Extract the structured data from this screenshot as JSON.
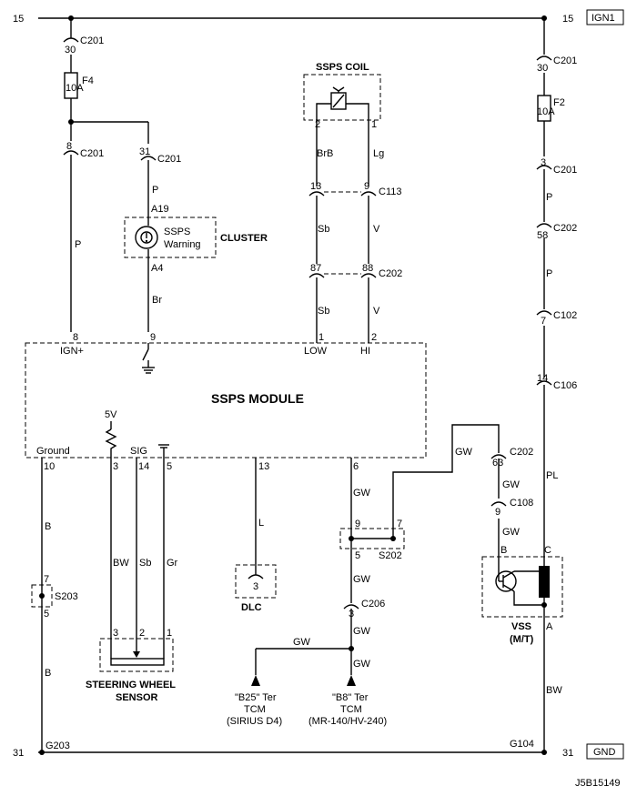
{
  "rails": {
    "top_left": "15",
    "top_right": "15",
    "top_tag": "IGN1",
    "bottom_left": "31",
    "bottom_right": "31",
    "bottom_tag": "GND"
  },
  "left_branch": {
    "c201_a_pin": "30",
    "c201_a_name": "C201",
    "fuse": "F4",
    "fuse_rating": "10A",
    "c201_b_pin": "8",
    "c201_b_name": "C201",
    "c201_c_pin": "31",
    "c201_c_name": "C201",
    "wire_p_left": "P",
    "wire_p_mid": "P",
    "a19": "A19",
    "a4": "A4",
    "wire_br": "Br"
  },
  "cluster": {
    "title": "CLUSTER",
    "lamp_line1": "SSPS",
    "lamp_line2": "Warning"
  },
  "coil": {
    "title": "SSPS COIL",
    "pin_left": "2",
    "pin_right": "1",
    "wire_brb": "BrB",
    "wire_lg": "Lg",
    "c113_left": "13",
    "c113_right": "9",
    "c113_name": "C113",
    "wire_sb": "Sb",
    "wire_v": "V",
    "c202_left": "87",
    "c202_right": "88",
    "c202_name": "C202",
    "wire_sb2": "Sb",
    "wire_v2": "V"
  },
  "module": {
    "title": "SSPS MODULE",
    "pin_ign": "8",
    "lbl_ign": "IGN+",
    "pin_9": "9",
    "pin_low": "1",
    "lbl_low": "LOW",
    "pin_hi": "2",
    "lbl_hi": "HI",
    "lbl_ground": "Ground",
    "lbl_5v": "5V",
    "lbl_sig": "SIG",
    "pin_10": "10",
    "pin_3": "3",
    "pin_14": "14",
    "pin_5": "5",
    "pin_13": "13",
    "pin_6": "6"
  },
  "sensor": {
    "title1": "STEERING WHEEL",
    "title2": "SENSOR",
    "wire_bw": "BW",
    "wire_sb": "Sb",
    "wire_gr": "Gr",
    "pin_3": "3",
    "pin_2": "2",
    "pin_1": "1"
  },
  "ground_left": {
    "wire_b": "B",
    "s203_top": "7",
    "s203_name": "S203",
    "s203_bottom": "5",
    "wire_b2": "B",
    "g203": "G203"
  },
  "dlc": {
    "wire_l": "L",
    "pin": "3",
    "title": "DLC"
  },
  "gw_branch": {
    "wire_gw1": "GW",
    "s202_left": "9",
    "s202_right": "7",
    "s202_bottom": "5",
    "s202_name": "S202",
    "wire_gw2": "GW",
    "c206_pin": "3",
    "c206_name": "C206",
    "wire_gw3": "GW",
    "wire_gw4": "GW",
    "wire_gw5": "GW",
    "b25_line1": "\"B25\" Ter",
    "b25_line2": "TCM",
    "b25_line3": "(SIRIUS D4)",
    "b8_line1": "\"B8\" Ter",
    "b8_line2": "TCM",
    "b8_line3": "(MR-140/HV-240)"
  },
  "right_branch": {
    "c201_a_pin": "30",
    "c201_a_name": "C201",
    "fuse": "F2",
    "fuse_rating": "10A",
    "c201_b_pin": "3",
    "c201_b_name": "C201",
    "wire_p1": "P",
    "c202_pin": "58",
    "c202_name": "C202",
    "wire_p2": "P",
    "c102_pin": "7",
    "c102_name": "C102",
    "c106_pin": "14",
    "c106_name": "C106",
    "wire_pl": "PL",
    "wire_gw_top": "GW",
    "c202b_pin": "63",
    "c202b_name": "C202",
    "wire_gw_mid": "GW",
    "c108_pin": "9",
    "c108_name": "C108",
    "wire_gw_low": "GW",
    "vss_b": "B",
    "vss_c": "C",
    "vss_a": "A",
    "vss_title1": "VSS",
    "vss_title2": "(M/T)",
    "wire_bw": "BW",
    "g104": "G104"
  },
  "figure_id": "J5B15149"
}
